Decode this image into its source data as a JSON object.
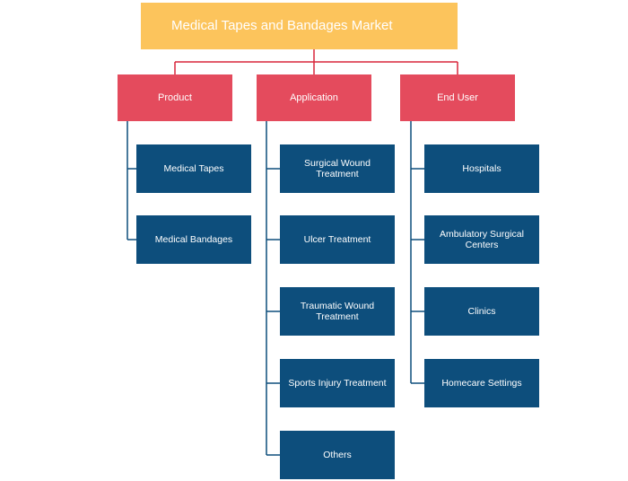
{
  "diagram": {
    "root": {
      "label": "Medical Tapes and Bandages Market"
    },
    "categories": [
      {
        "label": "Product",
        "items": [
          "Medical Tapes",
          "Medical Bandages"
        ]
      },
      {
        "label": "Application",
        "items": [
          "Surgical Wound Treatment",
          "Ulcer Treatment",
          "Traumatic Wound Treatment",
          "Sports Injury Treatment",
          "Others"
        ]
      },
      {
        "label": "End User",
        "items": [
          "Hospitals",
          "Ambulatory Surgical Centers",
          "Clinics",
          "Homecare Settings"
        ]
      }
    ],
    "colors": {
      "root": "#fcc45c",
      "category": "#e44b5d",
      "leaf": "#0d4e7c",
      "connector_top": "#d9263b",
      "connector_leaf": "#0d4e7c"
    }
  }
}
